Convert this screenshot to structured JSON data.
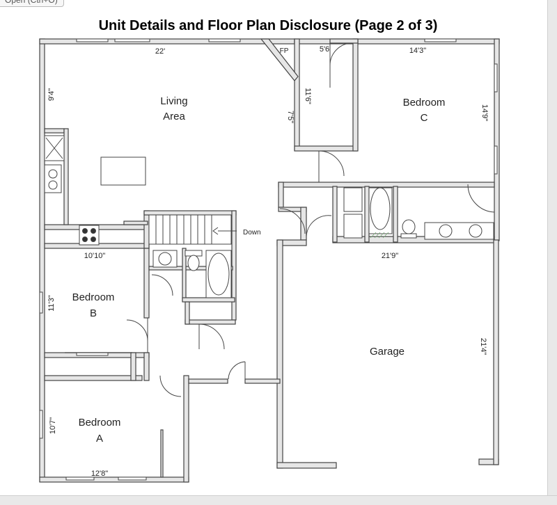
{
  "toolbar": {
    "open_label": "Open (Ctrl+O)"
  },
  "title": "Unit Details and Floor Plan Disclosure (Page 2 of 3)",
  "rooms": {
    "living_line1": "Living",
    "living_line2": "Area",
    "bedroom_c_line1": "Bedroom",
    "bedroom_c_line2": "C",
    "bedroom_b_line1": "Bedroom",
    "bedroom_b_line2": "B",
    "bedroom_a_line1": "Bedroom",
    "bedroom_a_line2": "A",
    "garage": "Garage",
    "fireplace": "FP",
    "stairs": "Down"
  },
  "dimensions": {
    "living_width": "22'",
    "living_side": "9'4\"",
    "closet_width": "5'6",
    "closet_height": "11'6\"",
    "hall_height": "7'5\"",
    "bedroom_c_width": "14'3\"",
    "bedroom_c_height": "14'9\"",
    "bedroom_b_width": "10'10\"",
    "bedroom_b_height": "11'3\"",
    "bedroom_a_width": "12'8\"",
    "bedroom_a_height": "10'7\"",
    "garage_width": "21'9\"",
    "garage_depth": "21'4\""
  }
}
